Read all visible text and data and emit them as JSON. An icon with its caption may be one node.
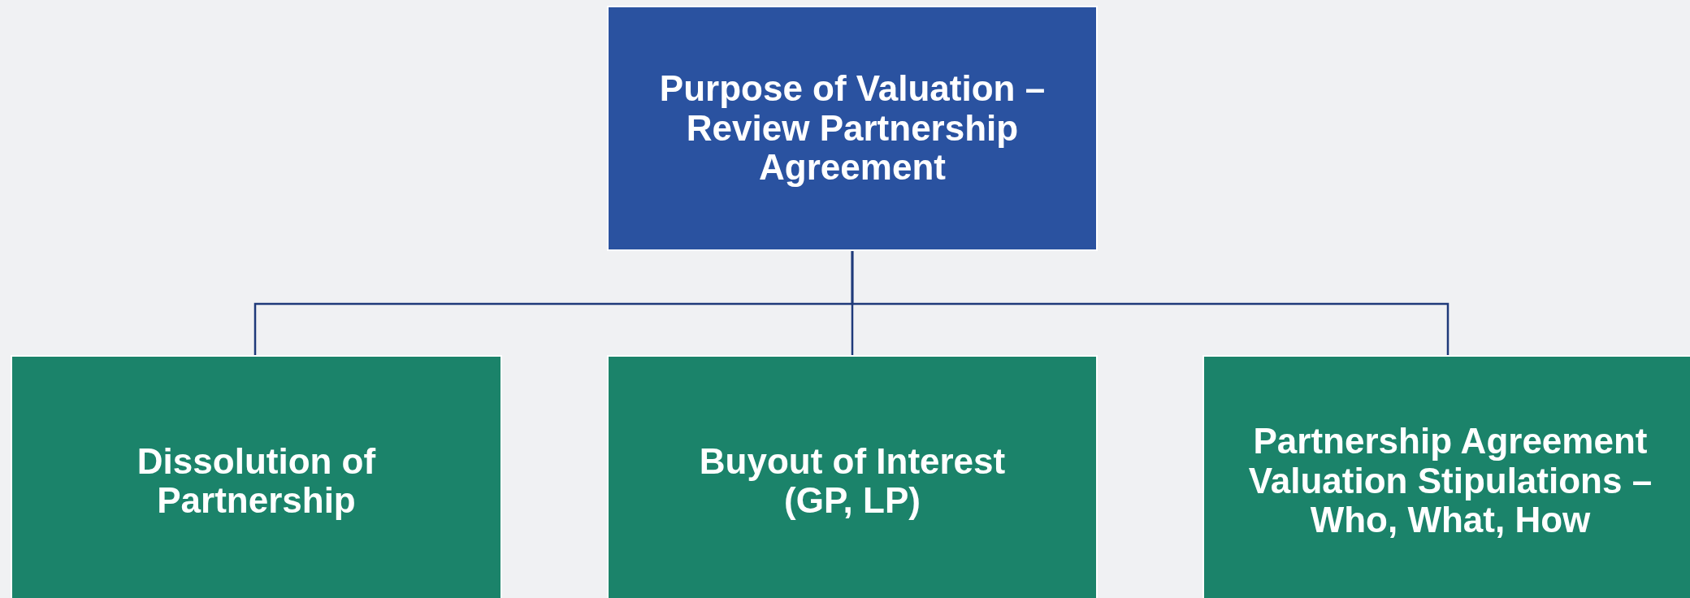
{
  "diagram": {
    "nodes": [
      {
        "text": [
          "Purpose of Valuation – Review Partnership Agreement"
        ]
      },
      {
        "text": [
          "Dissolution of Partnership"
        ]
      },
      {
        "text": [
          "Buyout of Interest (GP, LP)"
        ]
      },
      {
        "text": [
          "Partnership Agreement Valuation Stipulations – Who, What, How"
        ]
      }
    ],
    "edges": [
      {
        "from": 0,
        "to": 1,
        "arrow": "none"
      },
      {
        "from": 0,
        "to": 2,
        "arrow": "none"
      },
      {
        "from": 0,
        "to": 3,
        "arrow": "none"
      }
    ]
  }
}
